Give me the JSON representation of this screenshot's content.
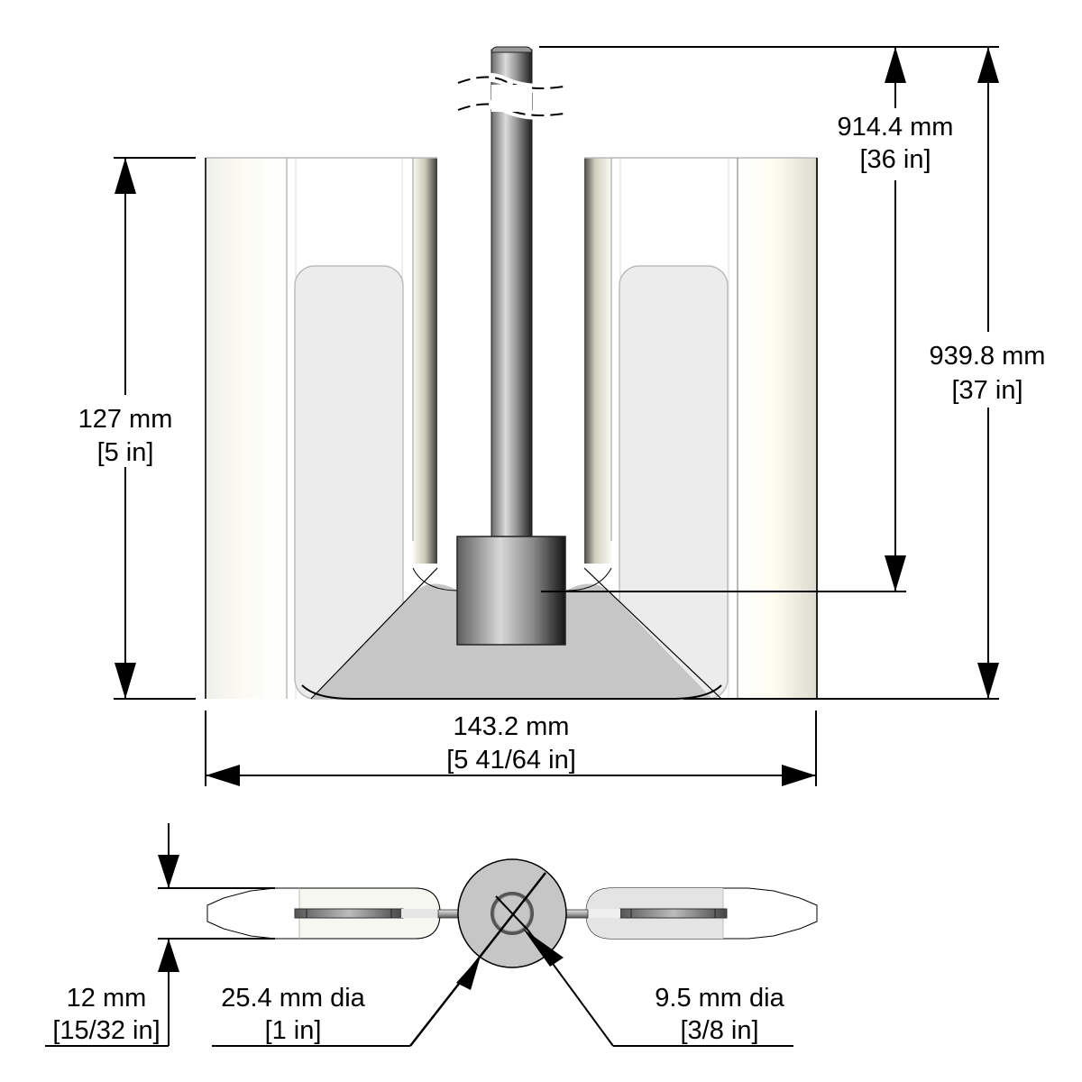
{
  "drawing": {
    "title": "Paddle impeller dimension drawing",
    "views": [
      "front-view",
      "top-view"
    ],
    "colors": {
      "blade_cream": "#f7f6ee",
      "blade_panel": "#ececec",
      "hub_fill": "#c6c6c6",
      "shaft_dark": "#2b2b2b",
      "shaft_light": "#dadada",
      "line": "#000000"
    }
  },
  "dimensions": {
    "shaft_length": {
      "mm": "914.4 mm",
      "in": "[36 in]"
    },
    "overall_height": {
      "mm": "939.8 mm",
      "in": "[37 in]"
    },
    "blade_height": {
      "mm": "127 mm",
      "in": "[5 in]"
    },
    "overall_width": {
      "mm": "143.2 mm",
      "in": "[5 41/64 in]"
    },
    "blade_thickness": {
      "mm": "12 mm",
      "in": "[15/32 in]"
    },
    "hub_diameter": {
      "mm": "25.4 mm dia",
      "in": "[1 in]"
    },
    "shaft_diameter": {
      "mm": "9.5 mm dia",
      "in": "[3/8 in]"
    }
  }
}
